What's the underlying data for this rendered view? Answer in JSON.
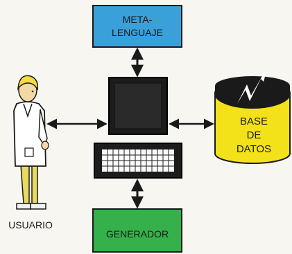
{
  "diagram": {
    "meta_box": {
      "line1": "META-",
      "line2": "LENGUAJE"
    },
    "database": {
      "line1": "BASE",
      "line2": "DE",
      "line3": "DATOS"
    },
    "user_label": "USUARIO",
    "generator_label": "GENERADOR"
  },
  "colors": {
    "meta_box": "#3aa0da",
    "generator_box": "#35b04a",
    "database": "#f3e21a",
    "database_top": "#1a1a1a",
    "monitor": "#1c1c1c",
    "keyboard": "#1c1c1c",
    "arrow": "#1a1a1a",
    "background": "#f7f6f1"
  },
  "icons": {
    "user": "person-labcoat-icon",
    "computer": "monitor-icon",
    "keyboard": "keyboard-icon",
    "database": "lightning-database-icon"
  }
}
